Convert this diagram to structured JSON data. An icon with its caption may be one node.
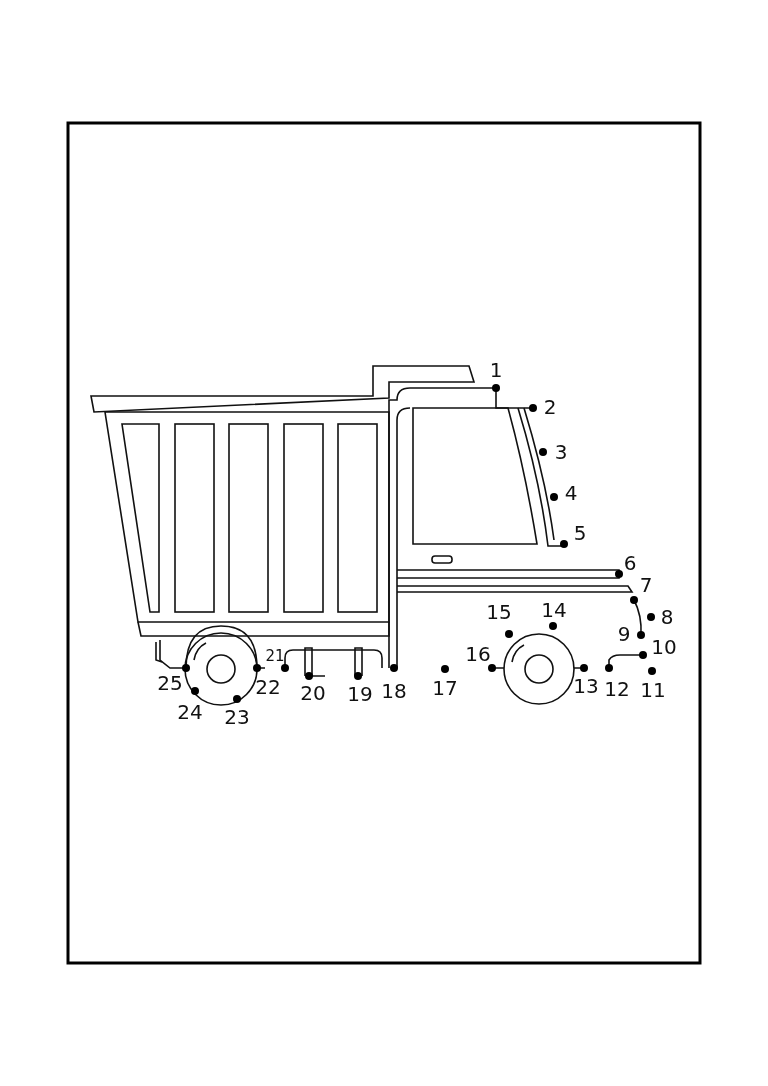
{
  "diagram": {
    "labels": [
      "1",
      "2",
      "3",
      "4",
      "5",
      "6",
      "7",
      "8",
      "9",
      "10",
      "11",
      "12",
      "13",
      "14",
      "15",
      "16",
      "17",
      "18",
      "19",
      "20",
      "21",
      "22",
      "23",
      "24",
      "25"
    ]
  }
}
